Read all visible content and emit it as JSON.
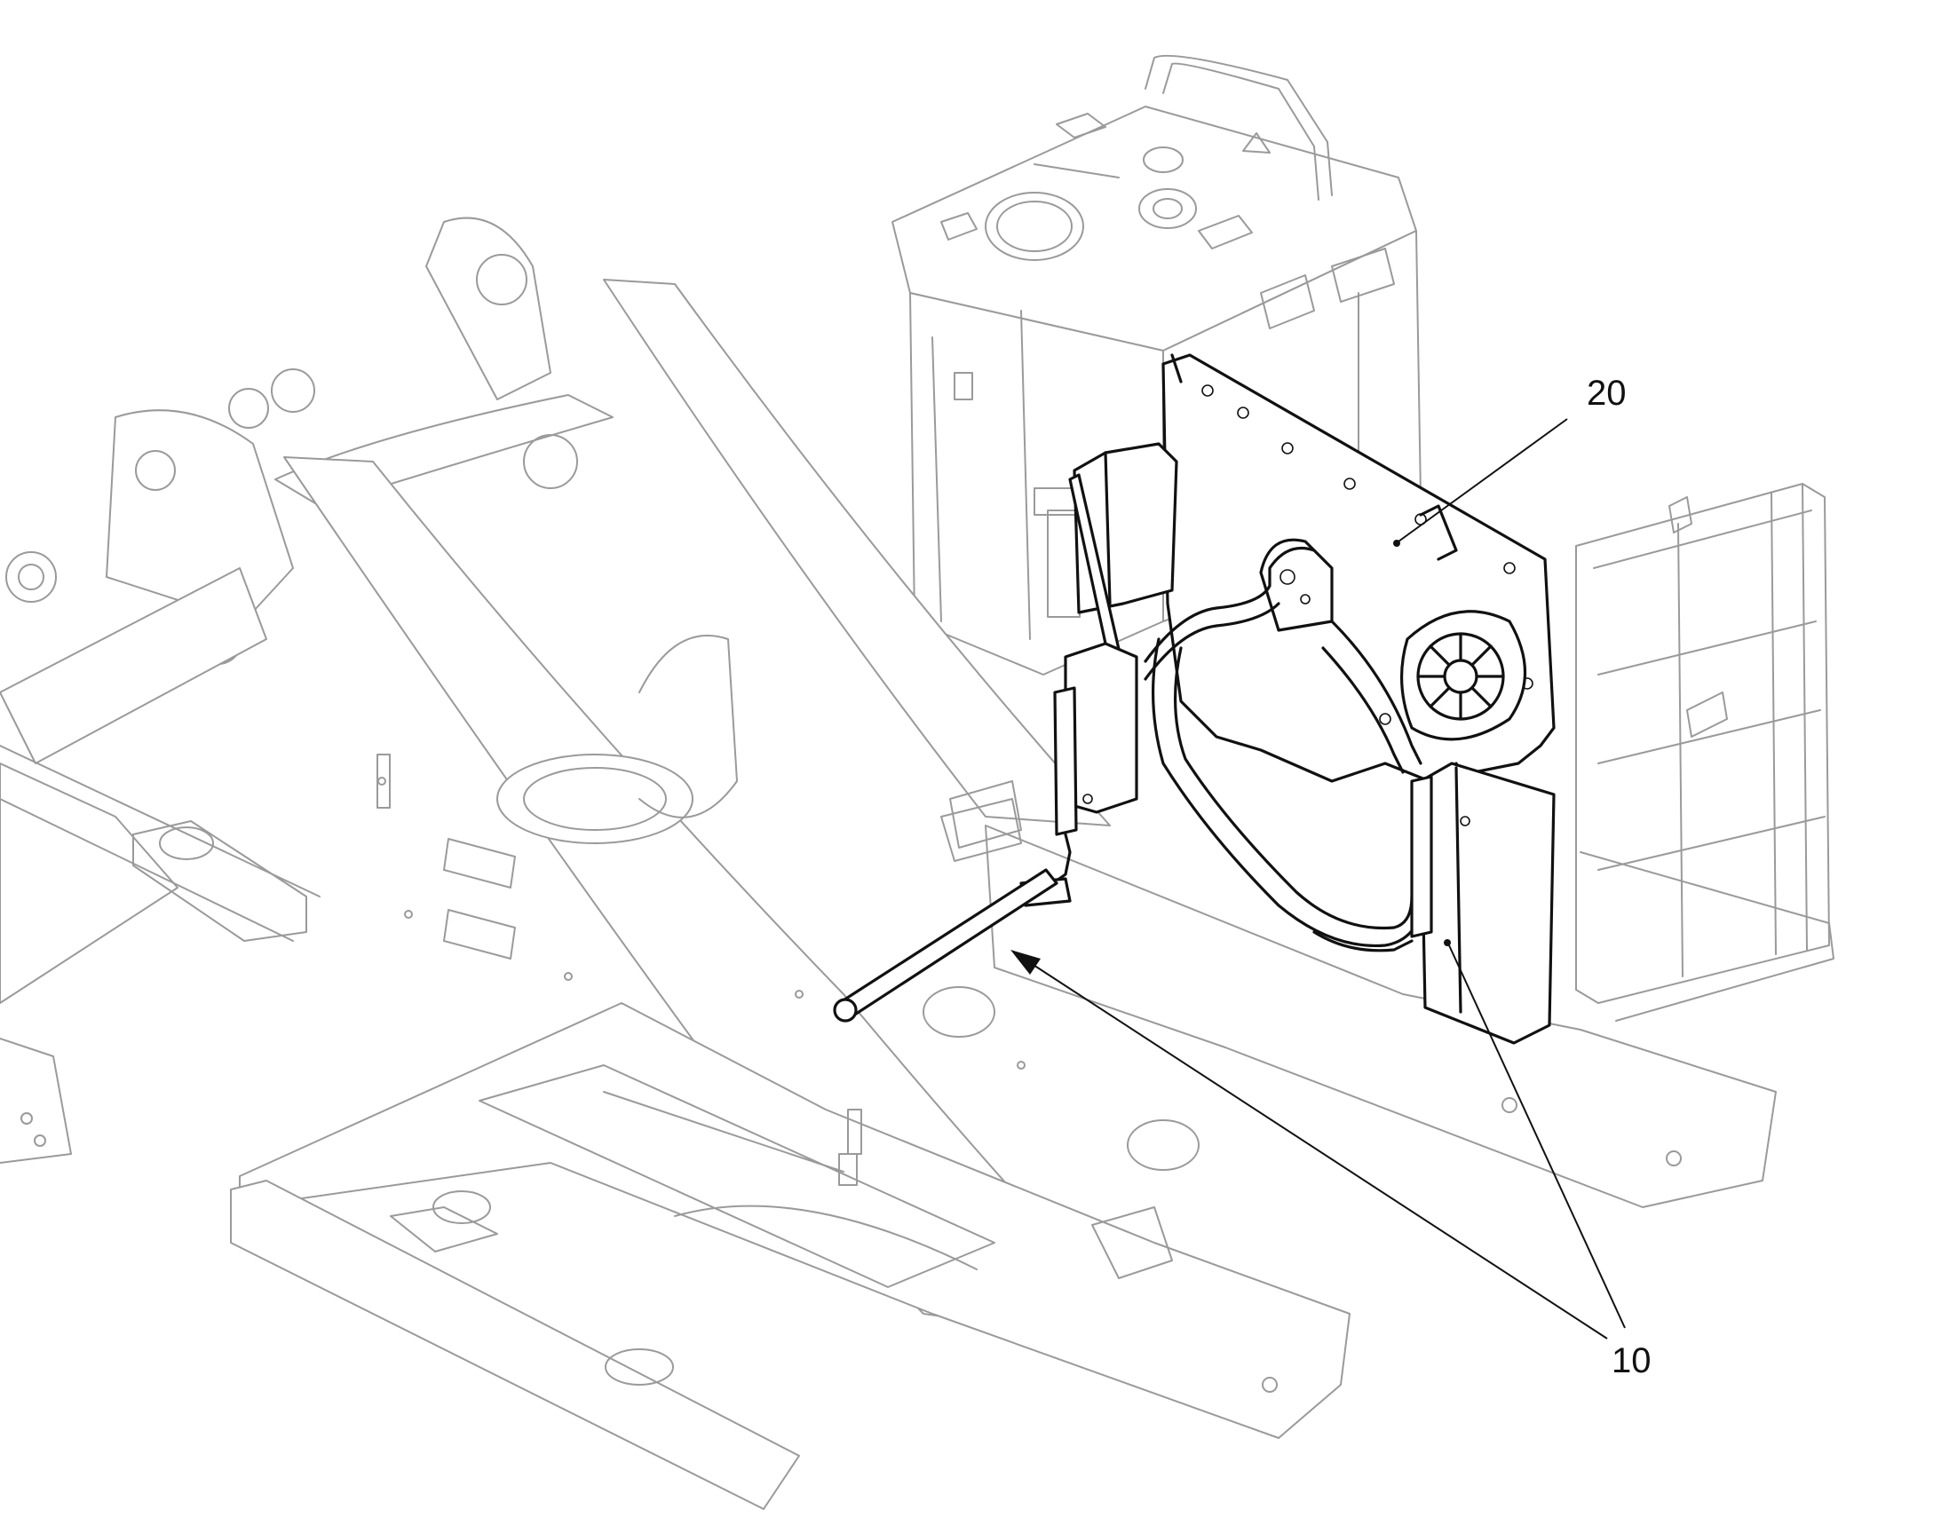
{
  "colors": {
    "background": "#ffffff",
    "context_line": "#9a9a9a",
    "highlight_line": "#111111"
  },
  "callouts": [
    {
      "id": "20",
      "label": "20"
    },
    {
      "id": "10",
      "label": "10"
    }
  ]
}
